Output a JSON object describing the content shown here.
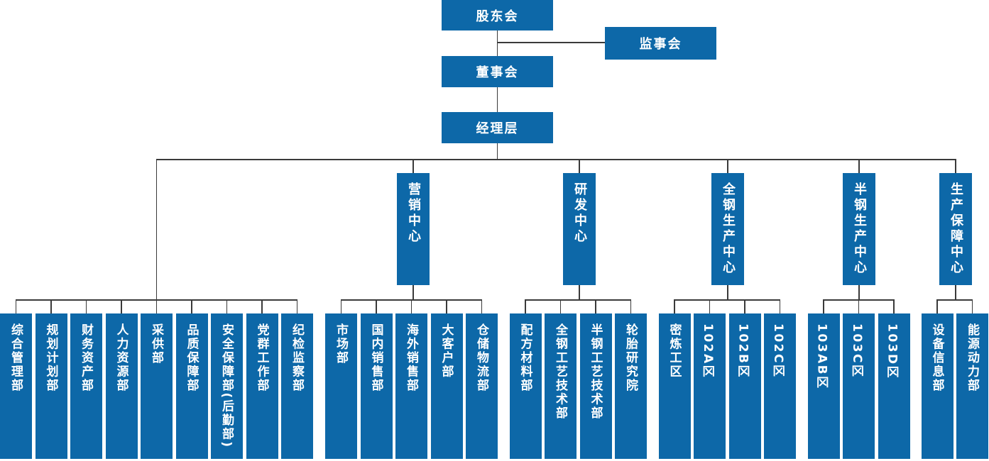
{
  "colors": {
    "node_blue": "#0d68a8",
    "node_text": "#ffffff",
    "connector_line": "#3a3a3a",
    "background": "#ffffff"
  },
  "org": {
    "shareholders": "股东会",
    "supervisors": "监事会",
    "board_of_directors": "董事会",
    "management": "经理层",
    "functional_departments": [
      "综合管理部",
      "规划计划部",
      "财务资产部",
      "人力资源部",
      "采供部",
      "品质保障部",
      "安全保障部(后勤部)",
      "党群工作部",
      "纪检监察部"
    ],
    "centers": [
      {
        "label": "营销中心",
        "children": [
          "市场部",
          "国内销售部",
          "海外销售部",
          "大客户部",
          "仓储物流部"
        ]
      },
      {
        "label": "研发中心",
        "children": [
          "配方材料部",
          "全钢工艺技术部",
          "半钢工艺技术部",
          "轮胎研究院"
        ]
      },
      {
        "label": "全钢生产中心",
        "children": [
          "密炼工区",
          "102A区",
          "102B区",
          "102C区"
        ]
      },
      {
        "label": "半钢生产中心",
        "children": [
          "103AB区",
          "103C区",
          "103D区"
        ]
      },
      {
        "label": "生产保障中心",
        "children": [
          "设备信息部",
          "能源动力部"
        ]
      }
    ]
  }
}
